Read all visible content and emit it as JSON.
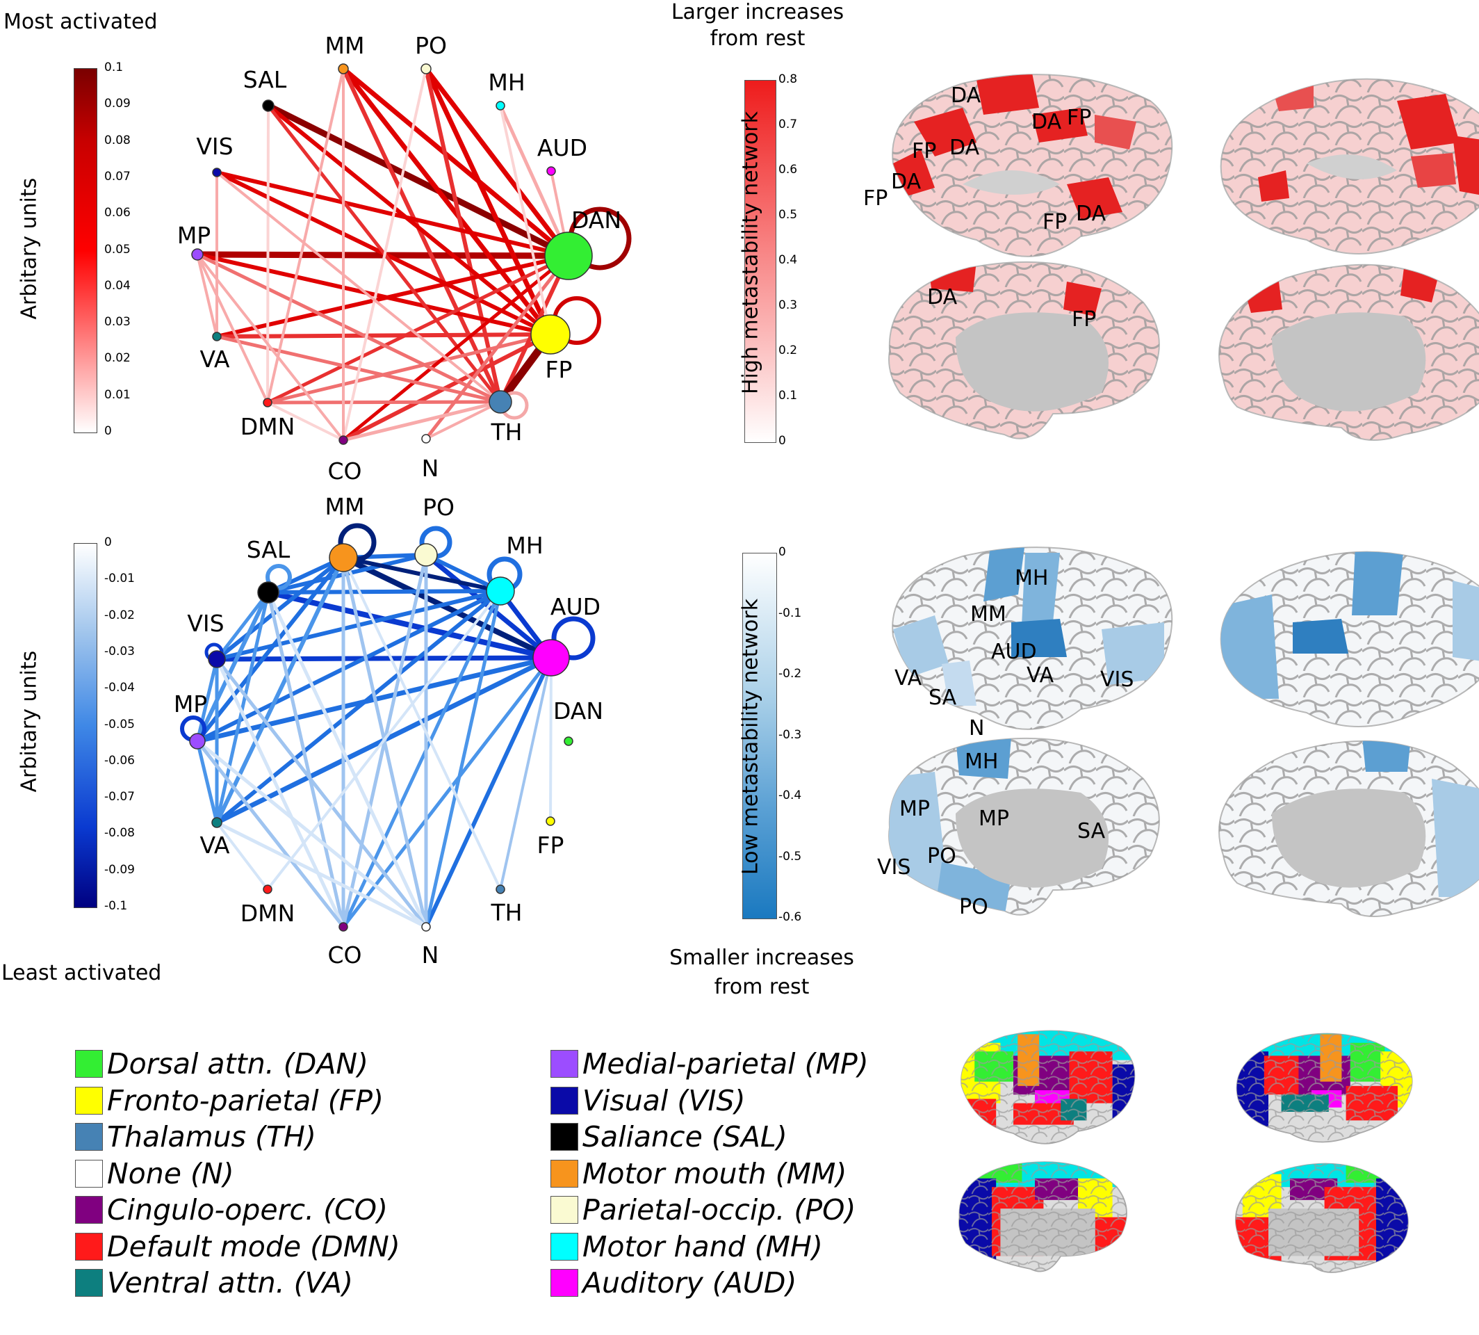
{
  "top": {
    "header_left": "Most activated",
    "cbar_label": "Arbitary units",
    "cbar_ticks": [
      "0.1",
      "0.09",
      "0.08",
      "0.07",
      "0.06",
      "0.05",
      "0.04",
      "0.03",
      "0.02",
      "0.01",
      "0"
    ],
    "header_center": [
      "Larger increases",
      "from rest"
    ],
    "brain_cbar_label": "High metastability network",
    "brain_cbar_ticks": [
      "0.8",
      "0.7",
      "0.6",
      "0.5",
      "0.4",
      "0.3",
      "0.2",
      "0.1",
      "0"
    ],
    "brain_labels": [
      "DA",
      "DA",
      "FP",
      "DA",
      "FP",
      "DA",
      "FP",
      "FP",
      "DA",
      "DA",
      "FP"
    ]
  },
  "bottom": {
    "footer_left": "Least activated",
    "cbar_label": "Arbitary units",
    "cbar_ticks": [
      "0",
      "-0.01",
      "-0.02",
      "-0.03",
      "-0.04",
      "-0.05",
      "-0.06",
      "-0.07",
      "-0.08",
      "-0.09",
      "-0.1"
    ],
    "footer_center": [
      "Smaller increases",
      "from rest"
    ],
    "brain_cbar_label": "Low metastability network",
    "brain_cbar_ticks": [
      "0",
      "-0.1",
      "-0.2",
      "-0.3",
      "-0.4",
      "-0.5",
      "-0.6"
    ],
    "brain_labels": [
      "MH",
      "MM",
      "AUD",
      "VA",
      "VA",
      "SA",
      "VIS",
      "N",
      "MH",
      "MP",
      "MP",
      "SA",
      "VIS",
      "PO",
      "PO"
    ]
  },
  "nodes": [
    "MM",
    "PO",
    "SAL",
    "MH",
    "VIS",
    "AUD",
    "DAN",
    "MP",
    "FP",
    "VA",
    "TH",
    "DMN",
    "CO",
    "N"
  ],
  "legend": [
    {
      "label": "Dorsal attn. (DAN)",
      "color": "#33ee33"
    },
    {
      "label": "Fronto-parietal (FP)",
      "color": "#ffff00"
    },
    {
      "label": "Thalamus (TH)",
      "color": "#4682b4"
    },
    {
      "label": "None (N)",
      "color": "#ffffff"
    },
    {
      "label": "Cingulo-operc. (CO)",
      "color": "#800080"
    },
    {
      "label": "Default mode (DMN)",
      "color": "#ff1a1a"
    },
    {
      "label": "Ventral attn. (VA)",
      "color": "#0d7f7f"
    },
    {
      "label": "Medial-parietal (MP)",
      "color": "#9c4dff"
    },
    {
      "label": "Visual (VIS)",
      "color": "#0a0aa8"
    },
    {
      "label": "Saliance (SAL)",
      "color": "#000000"
    },
    {
      "label": "Motor mouth (MM)",
      "color": "#f7941d"
    },
    {
      "label": "Parietal-occip. (PO)",
      "color": "#fafad2"
    },
    {
      "label": "Motor hand (MH)",
      "color": "#00ffff"
    },
    {
      "label": "Auditory (AUD)",
      "color": "#ff00ff"
    }
  ]
}
